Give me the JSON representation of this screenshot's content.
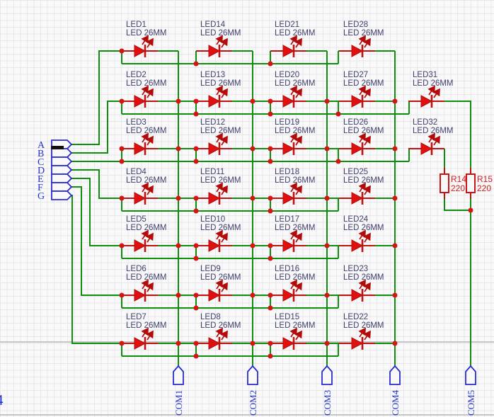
{
  "ports_left": [
    {
      "label": "A"
    },
    {
      "label": "B"
    },
    {
      "label": "C"
    },
    {
      "label": "D"
    },
    {
      "label": "E"
    },
    {
      "label": "F"
    },
    {
      "label": "G"
    }
  ],
  "com_ports": [
    {
      "label": "COM1"
    },
    {
      "label": "COM2"
    },
    {
      "label": "COM3"
    },
    {
      "label": "COM4"
    },
    {
      "label": "COM5"
    }
  ],
  "leds": [
    {
      "name": "LED1",
      "type": "LED 26MM",
      "col": 1,
      "row": 1
    },
    {
      "name": "LED2",
      "type": "LED 26MM",
      "col": 1,
      "row": 2
    },
    {
      "name": "LED3",
      "type": "LED 26MM",
      "col": 1,
      "row": 3
    },
    {
      "name": "LED4",
      "type": "LED 26MM",
      "col": 1,
      "row": 4
    },
    {
      "name": "LED5",
      "type": "LED 26MM",
      "col": 1,
      "row": 5
    },
    {
      "name": "LED6",
      "type": "LED 26MM",
      "col": 1,
      "row": 6
    },
    {
      "name": "LED7",
      "type": "LED 26MM",
      "col": 1,
      "row": 7
    },
    {
      "name": "LED14",
      "type": "LED 26MM",
      "col": 2,
      "row": 1
    },
    {
      "name": "LED13",
      "type": "LED 26MM",
      "col": 2,
      "row": 2
    },
    {
      "name": "LED12",
      "type": "LED 26MM",
      "col": 2,
      "row": 3
    },
    {
      "name": "LED11",
      "type": "LED 26MM",
      "col": 2,
      "row": 4
    },
    {
      "name": "LED10",
      "type": "LED 26MM",
      "col": 2,
      "row": 5
    },
    {
      "name": "LED9",
      "type": "LED 26MM",
      "col": 2,
      "row": 6
    },
    {
      "name": "LED8",
      "type": "LED 26MM",
      "col": 2,
      "row": 7
    },
    {
      "name": "LED21",
      "type": "LED 26MM",
      "col": 3,
      "row": 1
    },
    {
      "name": "LED20",
      "type": "LED 26MM",
      "col": 3,
      "row": 2
    },
    {
      "name": "LED19",
      "type": "LED 26MM",
      "col": 3,
      "row": 3
    },
    {
      "name": "LED18",
      "type": "LED 26MM",
      "col": 3,
      "row": 4
    },
    {
      "name": "LED17",
      "type": "LED 26MM",
      "col": 3,
      "row": 5
    },
    {
      "name": "LED16",
      "type": "LED 26MM",
      "col": 3,
      "row": 6
    },
    {
      "name": "LED15",
      "type": "LED 26MM",
      "col": 3,
      "row": 7
    },
    {
      "name": "LED28",
      "type": "LED 26MM",
      "col": 4,
      "row": 1
    },
    {
      "name": "LED27",
      "type": "LED 26MM",
      "col": 4,
      "row": 2
    },
    {
      "name": "LED26",
      "type": "LED 26MM",
      "col": 4,
      "row": 3
    },
    {
      "name": "LED25",
      "type": "LED 26MM",
      "col": 4,
      "row": 4
    },
    {
      "name": "LED24",
      "type": "LED 26MM",
      "col": 4,
      "row": 5
    },
    {
      "name": "LED23",
      "type": "LED 26MM",
      "col": 4,
      "row": 6
    },
    {
      "name": "LED22",
      "type": "LED 26MM",
      "col": 4,
      "row": 7
    },
    {
      "name": "LED31",
      "type": "LED 26MM",
      "col": 5,
      "row": 2
    },
    {
      "name": "LED32",
      "type": "LED 26MM",
      "col": 5,
      "row": 3
    }
  ],
  "resistors": [
    {
      "name": "R14",
      "value": "220"
    },
    {
      "name": "R15",
      "value": "220"
    }
  ],
  "sheet_ref": "4",
  "colors": {
    "wire": "#0d8e0d",
    "junction": "#d61414",
    "led_red": "#e01010",
    "port_blue": "#2b2bd0",
    "label_dark": "#40406e",
    "resistor_red": "#cc1414"
  }
}
